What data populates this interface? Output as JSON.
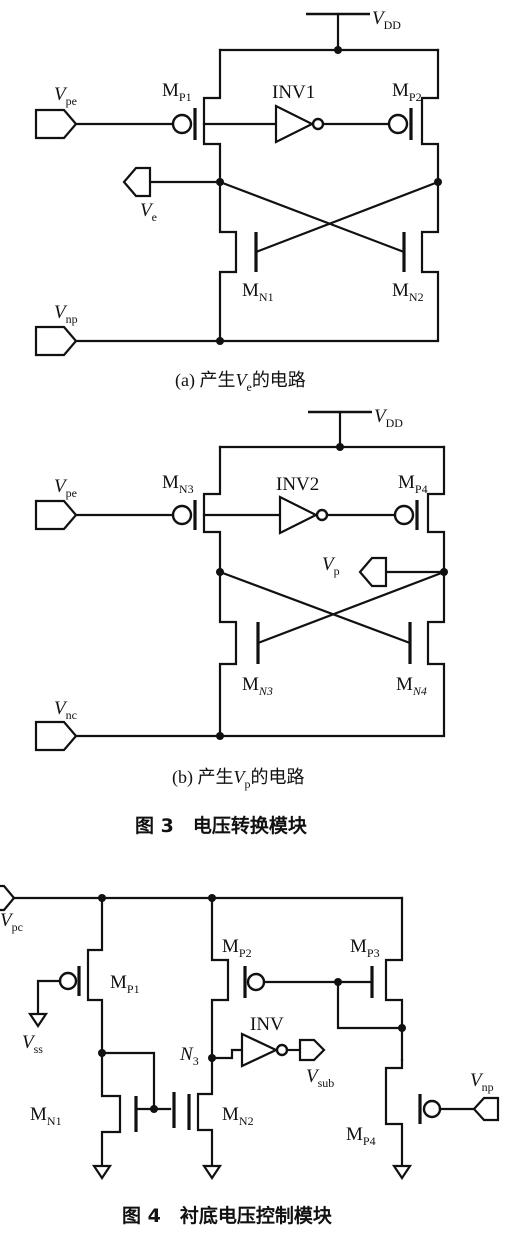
{
  "figure3": {
    "caption": "图 3　电压转换模块",
    "panel_a": {
      "caption_prefix": "(a) 产生",
      "caption_var": "V",
      "caption_var_sub": "e",
      "caption_suffix": "的电路",
      "vdd": {
        "main": "V",
        "sub": "DD"
      },
      "vpe": {
        "main": "V",
        "sub": "pe"
      },
      "ve": {
        "main": "V",
        "sub": "e"
      },
      "vnp": {
        "main": "V",
        "sub": "np"
      },
      "mp1": {
        "main": "M",
        "sub": "P1"
      },
      "mp2": {
        "main": "M",
        "sub": "P2"
      },
      "mn1": {
        "main": "M",
        "sub": "N1"
      },
      "mn2": {
        "main": "M",
        "sub": "N2"
      },
      "inv": "INV1"
    },
    "panel_b": {
      "caption_prefix": "(b) 产生",
      "caption_var": "V",
      "caption_var_sub": "p",
      "caption_suffix": "的电路",
      "vdd": {
        "main": "V",
        "sub": "DD"
      },
      "vpe": {
        "main": "V",
        "sub": "pe"
      },
      "vp": {
        "main": "V",
        "sub": "p"
      },
      "vnc": {
        "main": "V",
        "sub": "nc"
      },
      "mn3_top": {
        "main": "M",
        "sub": "N3"
      },
      "mp4": {
        "main": "M",
        "sub": "P4"
      },
      "mn3": {
        "main": "M",
        "sub": "N3"
      },
      "mn4": {
        "main": "M",
        "sub": "N4"
      },
      "inv": "INV2"
    }
  },
  "figure4": {
    "caption": "图 4　衬底电压控制模块",
    "vpc": {
      "main": "V",
      "sub": "pc"
    },
    "vss": {
      "main": "V",
      "sub": "ss"
    },
    "mp1": {
      "main": "M",
      "sub": "P1"
    },
    "mn1": {
      "main": "M",
      "sub": "N1"
    },
    "mp2": {
      "main": "M",
      "sub": "P2"
    },
    "mp3": {
      "main": "M",
      "sub": "P3"
    },
    "n3": {
      "main": "N",
      "sub": "3"
    },
    "mn2": {
      "main": "M",
      "sub": "N2"
    },
    "inv": "INV",
    "vsub": {
      "main": "V",
      "sub": "sub"
    },
    "vnp": {
      "main": "V",
      "sub": "np"
    },
    "mp4": {
      "main": "M",
      "sub": "P4"
    }
  }
}
